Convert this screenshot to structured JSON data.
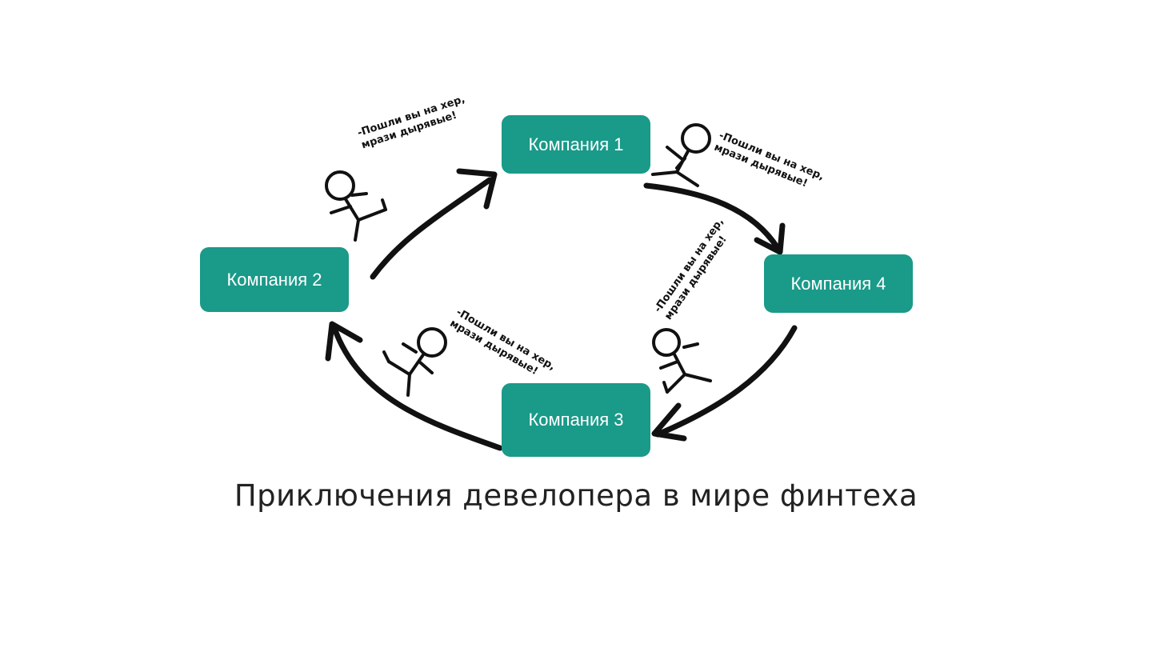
{
  "colors": {
    "box_fill": "#1a9a89",
    "box_text": "#ffffff",
    "stroke": "#111111"
  },
  "companies": [
    {
      "label": "Компания 1"
    },
    {
      "label": "Компания 2"
    },
    {
      "label": "Компания 3"
    },
    {
      "label": "Компания 4"
    }
  ],
  "quotes": [
    {
      "text": "-Пошли вы на хер,\nмрази дырявые!"
    },
    {
      "text": "-Пошли вы на хер,\nмрази дырявые!"
    },
    {
      "text": "-Пошли вы на хер,\nмрази дырявые!"
    },
    {
      "text": "-Пошли вы на хер,\nмрази дырявые!"
    }
  ],
  "caption": "Приключения девелопера в мире финтеха"
}
